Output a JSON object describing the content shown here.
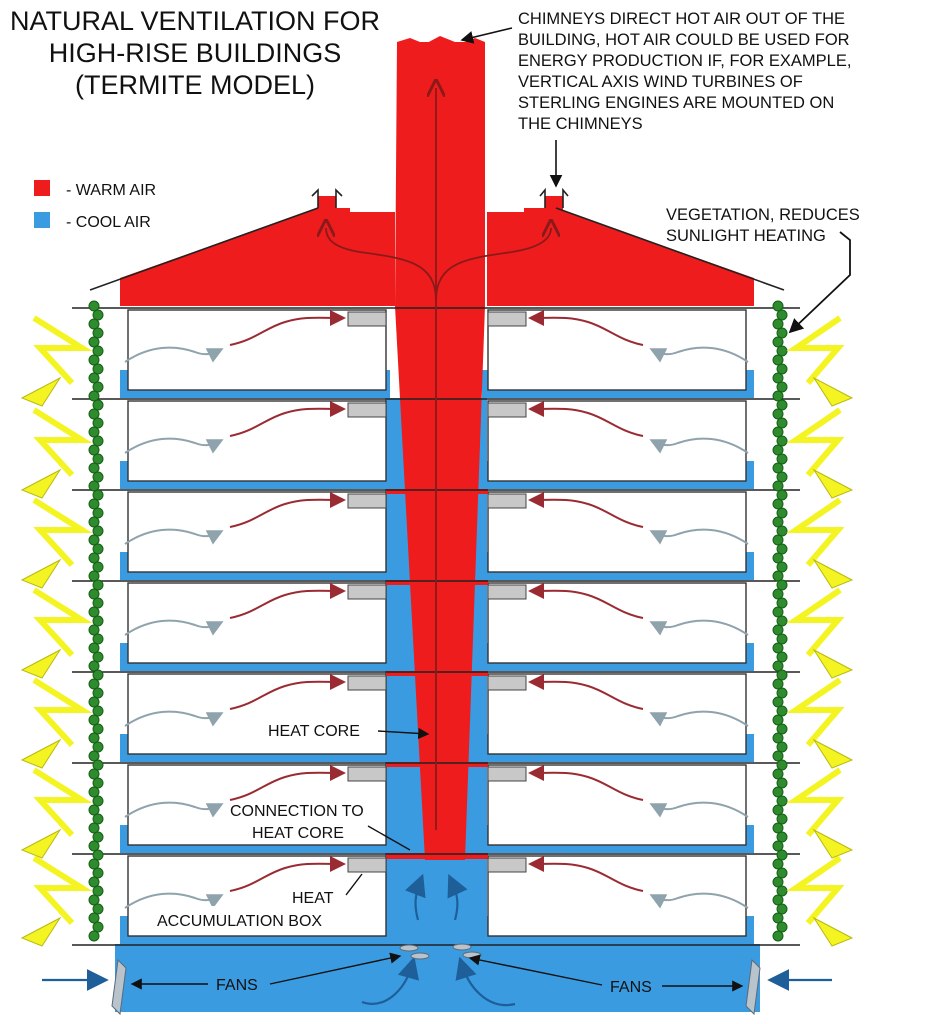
{
  "title": [
    "NATURAL VENTILATION FOR",
    "HIGH-RISE BUILDINGS",
    "(TERMITE MODEL)"
  ],
  "legend": [
    {
      "label": "- WARM AIR",
      "color": "#ee1c1c"
    },
    {
      "label": "- COOL AIR",
      "color": "#3b9be0"
    }
  ],
  "annotations": {
    "chimneys": [
      "CHIMNEYS DIRECT HOT AIR OUT OF THE",
      "BUILDING, HOT AIR COULD BE USED FOR",
      "ENERGY PRODUCTION IF, FOR EXAMPLE,",
      "VERTICAL AXIS WIND TURBINES OF",
      "STERLING ENGINES ARE MOUNTED ON",
      "THE CHIMNEYS"
    ],
    "vegetation": [
      "VEGETATION, REDUCES",
      "SUNLIGHT HEATING"
    ],
    "heat_core": "HEAT CORE",
    "connection": [
      "CONNECTION TO",
      "HEAT CORE"
    ],
    "accumulation": [
      "HEAT",
      "ACCUMULATION BOX"
    ],
    "fans_left": "FANS",
    "fans_right": "FANS"
  },
  "colors": {
    "warm": "#ee1c1c",
    "cool": "#3b9be0",
    "warm_arrow": "#9b2b32",
    "cool_arrow": "#8fa3ad",
    "vegetation": "#2e8b2e",
    "sun": "#f4f423",
    "box": "#c8c8c8",
    "outline": "#222222"
  },
  "floors": 7
}
